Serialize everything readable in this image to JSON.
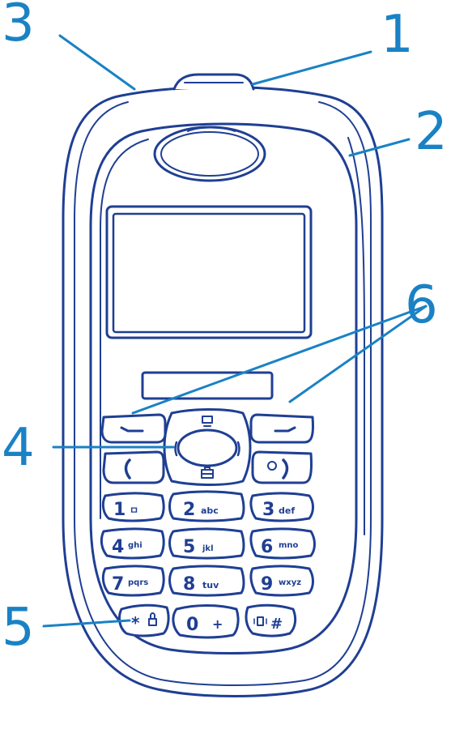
{
  "callouts": [
    {
      "id": "1",
      "label": "1"
    },
    {
      "id": "2",
      "label": "2"
    },
    {
      "id": "3",
      "label": "3"
    },
    {
      "id": "4",
      "label": "4"
    },
    {
      "id": "5",
      "label": "5"
    },
    {
      "id": "6",
      "label": "6"
    }
  ],
  "keys": {
    "k1": {
      "main": "1",
      "sub": "ㅁ"
    },
    "k2": {
      "main": "2",
      "sub": "abc"
    },
    "k3": {
      "main": "3",
      "sub": "def"
    },
    "k4": {
      "main": "4",
      "sub": "ghi"
    },
    "k5": {
      "main": "5",
      "sub": "jkl"
    },
    "k6": {
      "main": "6",
      "sub": "mno"
    },
    "k7": {
      "main": "7",
      "sub": "pqrs"
    },
    "k8": {
      "main": "8",
      "sub": "tuv"
    },
    "k9": {
      "main": "9",
      "sub": "wxyz"
    },
    "kstar": {
      "main": "*",
      "sub": "🔒"
    },
    "k0": {
      "main": "0",
      "sub": "+"
    },
    "khash": {
      "main": "#",
      "sub": "📳"
    }
  },
  "colors": {
    "callout": "#1a82c4",
    "outline": "#1f3f93"
  }
}
